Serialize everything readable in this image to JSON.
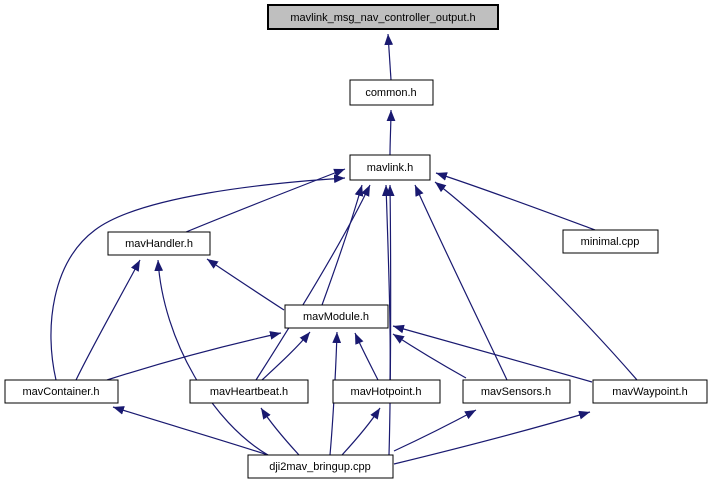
{
  "diagram": {
    "type": "include-dependency-graph",
    "background_color": "#ffffff",
    "edge_color": "#191970",
    "node_border_color": "#000000",
    "node_fill_color": "#ffffff",
    "root_fill_color": "#bfbfbf",
    "nodes": [
      {
        "id": "root",
        "label": "mavlink_msg_nav_controller_output.h",
        "role": "root-file"
      },
      {
        "id": "common",
        "label": "common.h"
      },
      {
        "id": "mavlink",
        "label": "mavlink.h"
      },
      {
        "id": "mavhandler",
        "label": "mavHandler.h"
      },
      {
        "id": "minimal",
        "label": "minimal.cpp"
      },
      {
        "id": "mavmodule",
        "label": "mavModule.h"
      },
      {
        "id": "mavcontainer",
        "label": "mavContainer.h"
      },
      {
        "id": "mavheartbeat",
        "label": "mavHeartbeat.h"
      },
      {
        "id": "mavhotpoint",
        "label": "mavHotpoint.h"
      },
      {
        "id": "mavsensors",
        "label": "mavSensors.h"
      },
      {
        "id": "mavwaypoint",
        "label": "mavWaypoint.h"
      },
      {
        "id": "dji2mav",
        "label": "dji2mav_bringup.cpp"
      }
    ],
    "edges": [
      {
        "from": "common.h",
        "to": "mavlink_msg_nav_controller_output.h"
      },
      {
        "from": "mavlink.h",
        "to": "common.h"
      },
      {
        "from": "mavHandler.h",
        "to": "mavlink.h"
      },
      {
        "from": "mavModule.h",
        "to": "mavlink.h"
      },
      {
        "from": "mavContainer.h",
        "to": "mavlink.h"
      },
      {
        "from": "mavHeartbeat.h",
        "to": "mavlink.h"
      },
      {
        "from": "mavHotpoint.h",
        "to": "mavlink.h"
      },
      {
        "from": "mavSensors.h",
        "to": "mavlink.h"
      },
      {
        "from": "mavWaypoint.h",
        "to": "mavlink.h"
      },
      {
        "from": "minimal.cpp",
        "to": "mavlink.h"
      },
      {
        "from": "dji2mav_bringup.cpp",
        "to": "mavlink.h"
      },
      {
        "from": "mavModule.h",
        "to": "mavHandler.h"
      },
      {
        "from": "mavContainer.h",
        "to": "mavHandler.h"
      },
      {
        "from": "dji2mav_bringup.cpp",
        "to": "mavHandler.h"
      },
      {
        "from": "mavContainer.h",
        "to": "mavModule.h"
      },
      {
        "from": "mavHeartbeat.h",
        "to": "mavModule.h"
      },
      {
        "from": "mavHotpoint.h",
        "to": "mavModule.h"
      },
      {
        "from": "mavSensors.h",
        "to": "mavModule.h"
      },
      {
        "from": "mavWaypoint.h",
        "to": "mavModule.h"
      },
      {
        "from": "dji2mav_bringup.cpp",
        "to": "mavModule.h"
      },
      {
        "from": "dji2mav_bringup.cpp",
        "to": "mavContainer.h"
      },
      {
        "from": "dji2mav_bringup.cpp",
        "to": "mavHeartbeat.h"
      },
      {
        "from": "dji2mav_bringup.cpp",
        "to": "mavHotpoint.h"
      },
      {
        "from": "dji2mav_bringup.cpp",
        "to": "mavSensors.h"
      },
      {
        "from": "dji2mav_bringup.cpp",
        "to": "mavWaypoint.h"
      }
    ]
  }
}
